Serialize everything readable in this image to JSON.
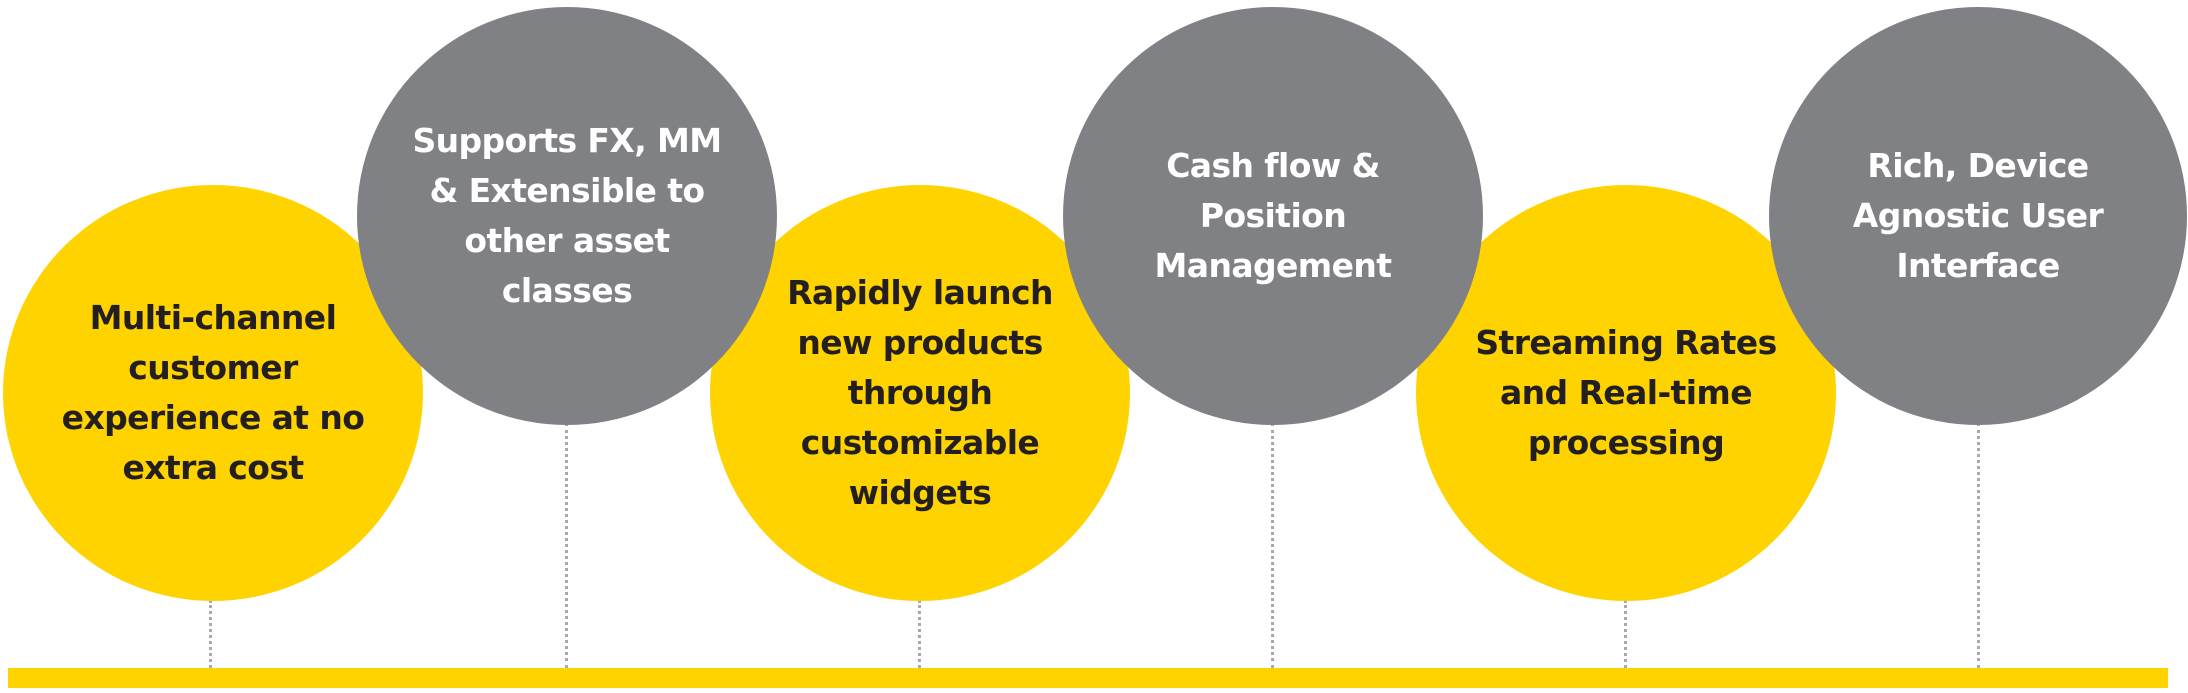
{
  "colors": {
    "accent_yellow": "#FFD300",
    "accent_gray": "#808184",
    "connector_gray": "#A7A9AC",
    "dark_text": "#231F20",
    "light_text": "#FFFFFF"
  },
  "features": [
    {
      "label": "Multi-channel customer experience at no extra cost",
      "color": "yellow"
    },
    {
      "label": "Supports FX, MM & Extensible to other asset classes",
      "color": "gray"
    },
    {
      "label": "Rapidly launch new products through customizable widgets",
      "color": "yellow"
    },
    {
      "label": "Cash flow & Position Management",
      "color": "gray"
    },
    {
      "label": "Streaming Rates and Real-time processing",
      "color": "yellow"
    },
    {
      "label": "Rich, Device Agnostic User Interface",
      "color": "gray"
    }
  ]
}
